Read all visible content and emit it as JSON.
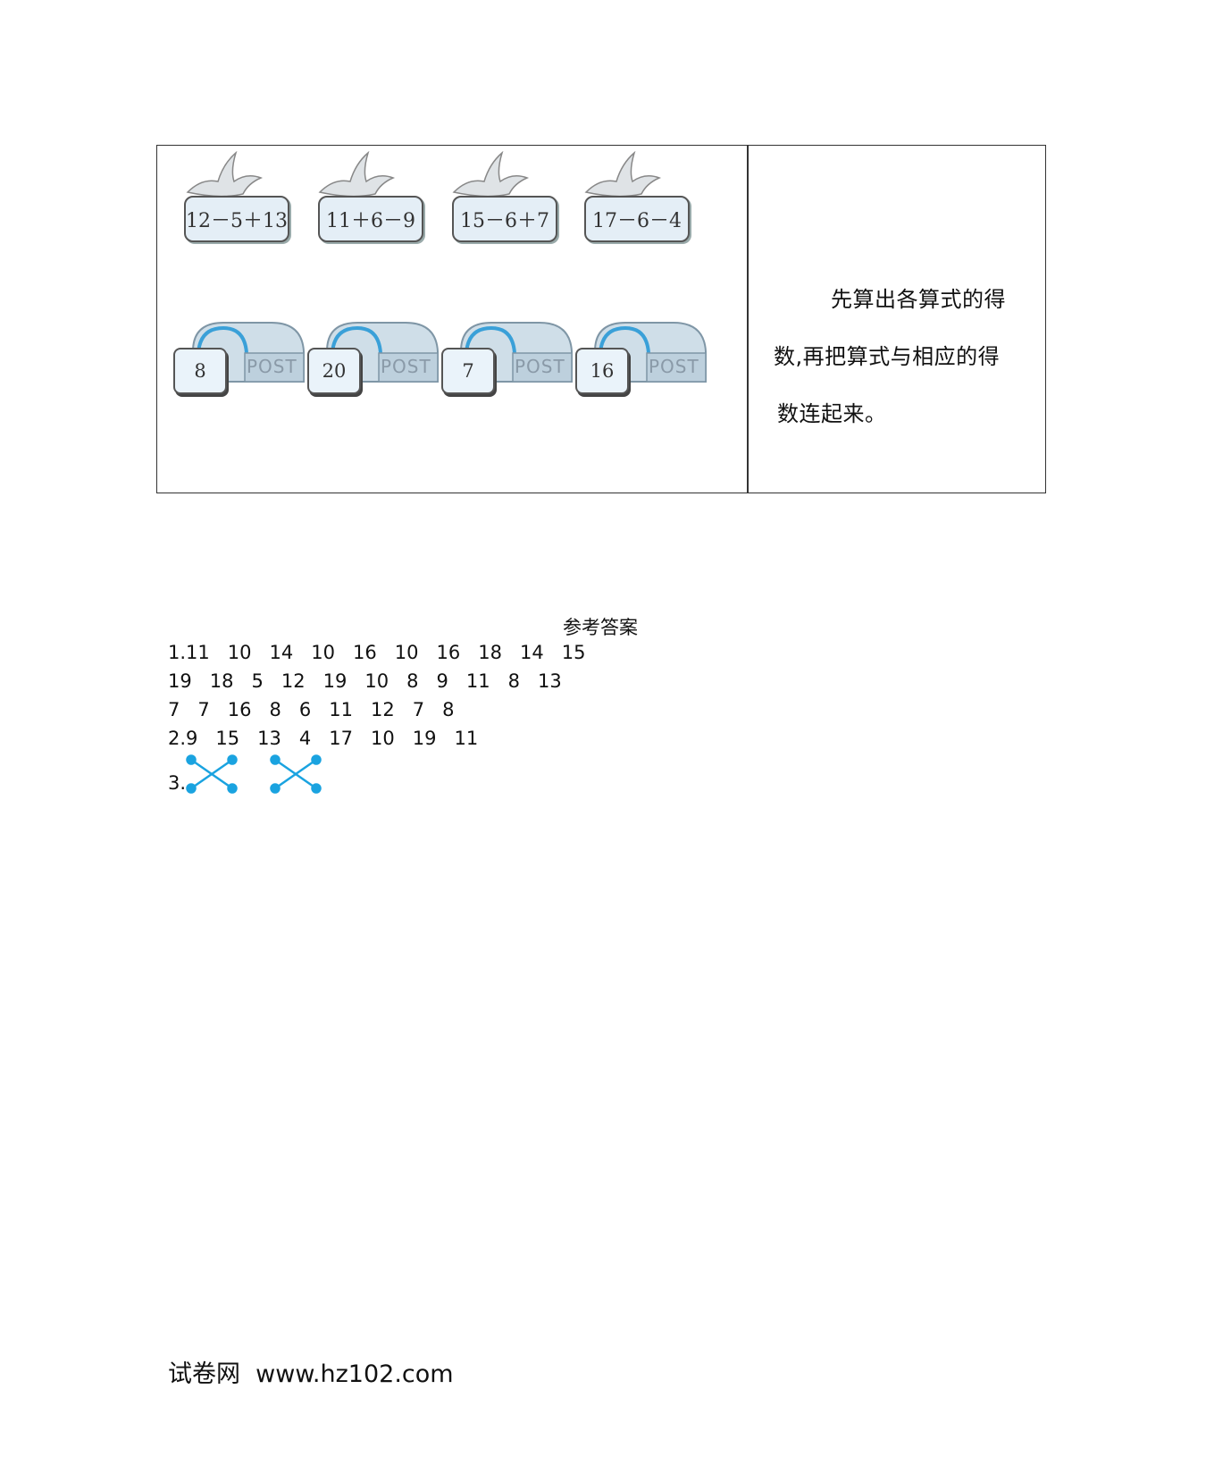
{
  "problem": {
    "expressions": [
      "12－5＋13",
      "11＋6－9",
      "15－6＋7",
      "17－6－4"
    ],
    "numbers": [
      "8",
      "20",
      "7",
      "16"
    ],
    "post_label": "POST",
    "instruction_lines": [
      "先算出各算式的得",
      "数,再把算式与相应的得",
      "数连起来。"
    ]
  },
  "answers": {
    "title": "参考答案",
    "lines": [
      "1.11   10   14   10   16   10   16   18   14   15",
      "19   18   5   12   19   10   8   9   11   8   13",
      "7   7   16   8   6   11   12   7   8",
      "2.9   15   13   4   17   10   19   11"
    ],
    "item3_prefix": "3."
  },
  "footer": {
    "text": "试卷网  www.hz102.com"
  },
  "colors": {
    "connector": "#1aa3e0",
    "card_fill": "#e4eef6",
    "mailbox_fill": "#cfdee8"
  }
}
